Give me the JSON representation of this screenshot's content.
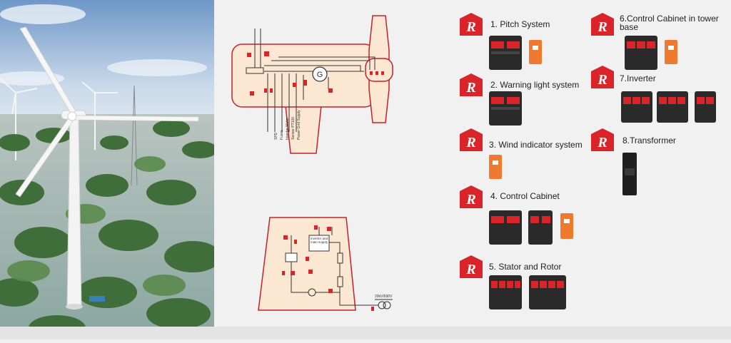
{
  "diagram": {
    "nacelle_labels": [
      "SPD",
      "Fuses",
      "Inverter Motor",
      "Sensor PT100",
      "Power Grid Supply"
    ],
    "generator_symbol": "G",
    "base_labels": {
      "inverter_box": "Inverter and main supply",
      "grid": "20kV/690V"
    }
  },
  "items": [
    {
      "label": "1. Pitch System"
    },
    {
      "label": "2. Warning light system"
    },
    {
      "label": "3. Wind indicator system"
    },
    {
      "label": "4. Control Cabinet"
    },
    {
      "label": "5. Stator and Rotor"
    },
    {
      "label": "6.Control Cabinet in tower base"
    },
    {
      "label": "7.Inverter"
    },
    {
      "label": "8.Transformer"
    }
  ],
  "logo_letter": "R",
  "colors": {
    "accent": "#d9242a",
    "frame": "#c8202a",
    "fill": "#fbe7d2",
    "orange": "#ef7a2f"
  }
}
